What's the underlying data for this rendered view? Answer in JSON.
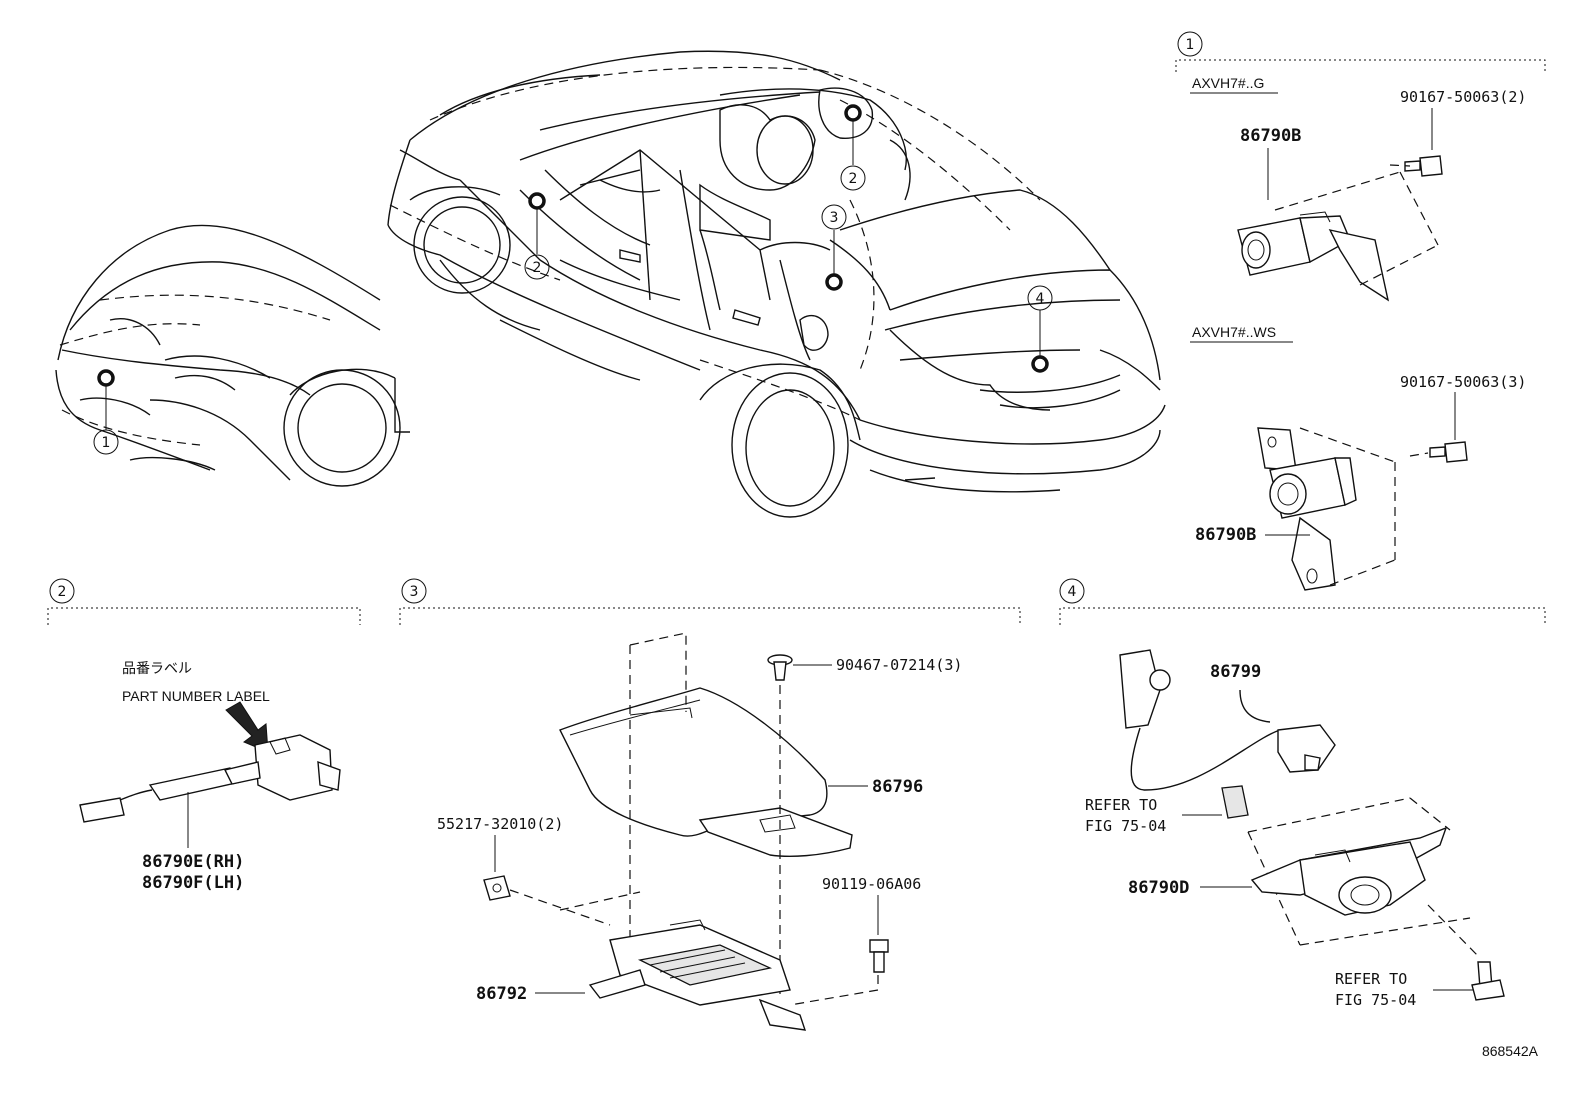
{
  "diagram_id": "868542A",
  "callouts": {
    "c1": "1",
    "c2": "2",
    "c3": "3",
    "c4": "4"
  },
  "section1": {
    "variant_g": "AXVH7#..G",
    "variant_ws": "AXVH7#..WS",
    "bolt_g": "90167-50063(2)",
    "camera_g": "86790B",
    "bolt_ws": "90167-50063(3)",
    "camera_ws": "86790B"
  },
  "section2": {
    "label_jp": "品番ラベル",
    "label_en": "PART NUMBER LABEL",
    "camera_rh": "86790E(RH)",
    "camera_lh": "86790F(LH)"
  },
  "section3": {
    "clip": "90467-07214(3)",
    "cover": "86796",
    "nut": "55217-32010(2)",
    "bolt": "90119-06A06",
    "ecu": "86792"
  },
  "section4": {
    "harness": "86799",
    "refer1_line1": "REFER TO",
    "refer1_line2": "FIG 75-04",
    "camera": "86790D",
    "refer2_line1": "REFER TO",
    "refer2_line2": "FIG 75-04"
  }
}
